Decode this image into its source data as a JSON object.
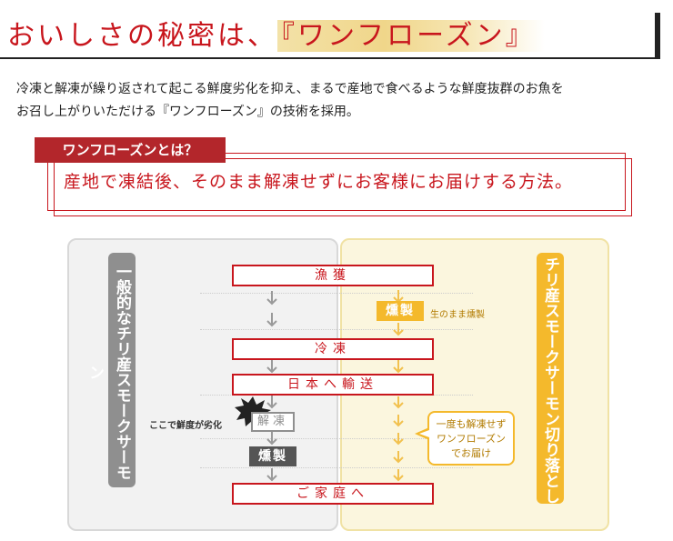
{
  "header": {
    "title_prefix": "おいしさの秘密は、",
    "title_highlight": "『ワンフローズン』"
  },
  "intro": {
    "line1": "冷凍と解凍が繰り返されて起こる鮮度劣化を抑え、まるで産地で食べるような鮮度抜群のお魚を",
    "line2": "お召し上がりいただける『ワンフローズン』の技術を採用。"
  },
  "question": {
    "label": "ワンフローズンとは？",
    "answer": "産地で凍結後、そのまま解凍せずにお客様にお届けする方法。"
  },
  "flow": {
    "left_label": "一般的なチリ産スモークサーモン",
    "right_label": "チリ産スモークサーモン切り落とし",
    "steps": {
      "catch": "漁獲",
      "freeze": "冷凍",
      "ship": "日本へ輸送",
      "home": "ご家庭へ"
    },
    "left_thaw": "解凍",
    "left_smoke": "燻製",
    "left_note": "ここで鮮度が劣化",
    "right_smoke": "燻製",
    "right_smoke_note": "生のまま燻製",
    "callout_line1": "一度も解凍せず",
    "callout_line2": "ワンフローズン",
    "callout_line3": "でお届け"
  },
  "colors": {
    "red": "#c8161d",
    "gray": "#8f8f8f",
    "orange": "#f4b92c",
    "dark": "#555555"
  }
}
